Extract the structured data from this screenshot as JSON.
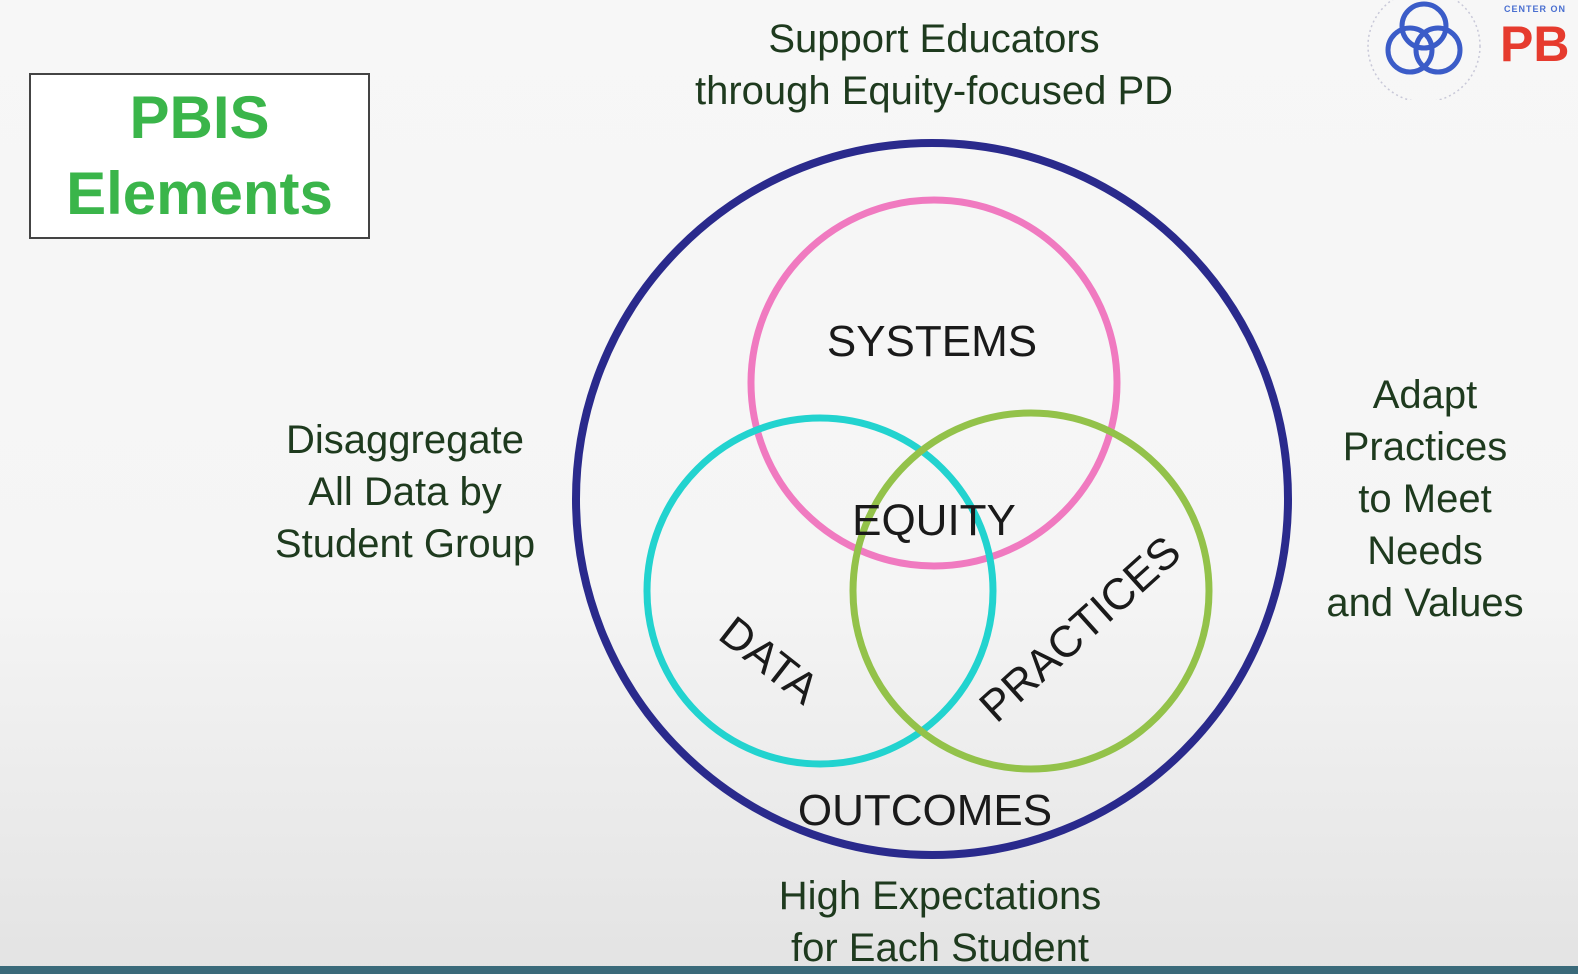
{
  "title": {
    "line1": "PBIS",
    "line2": "Elements"
  },
  "captions": {
    "top": [
      "Support Educators",
      "through Equity-focused PD"
    ],
    "left": [
      "Disaggregate",
      "All Data by",
      "Student Group"
    ],
    "right": [
      "Adapt",
      "Practices",
      "to Meet",
      "Needs",
      "and Values"
    ],
    "bottom": [
      "High Expectations",
      "for Each Student"
    ]
  },
  "diagram": {
    "outer_label": "OUTCOMES",
    "center_label": "EQUITY",
    "circles": [
      {
        "label": "SYSTEMS",
        "color": "#f07ac0"
      },
      {
        "label": "DATA",
        "color": "#22d3cf"
      },
      {
        "label": "PRACTICES",
        "color": "#93c24a"
      }
    ],
    "outer_color": "#2a2a8c"
  },
  "logo": {
    "top_text": "CENTER ON",
    "word": "PB",
    "color": "#e63b2e",
    "ring_color": "#3b5cc8"
  },
  "colors": {
    "title_green": "#3ab54a",
    "caption_text": "#1e3a1e"
  }
}
